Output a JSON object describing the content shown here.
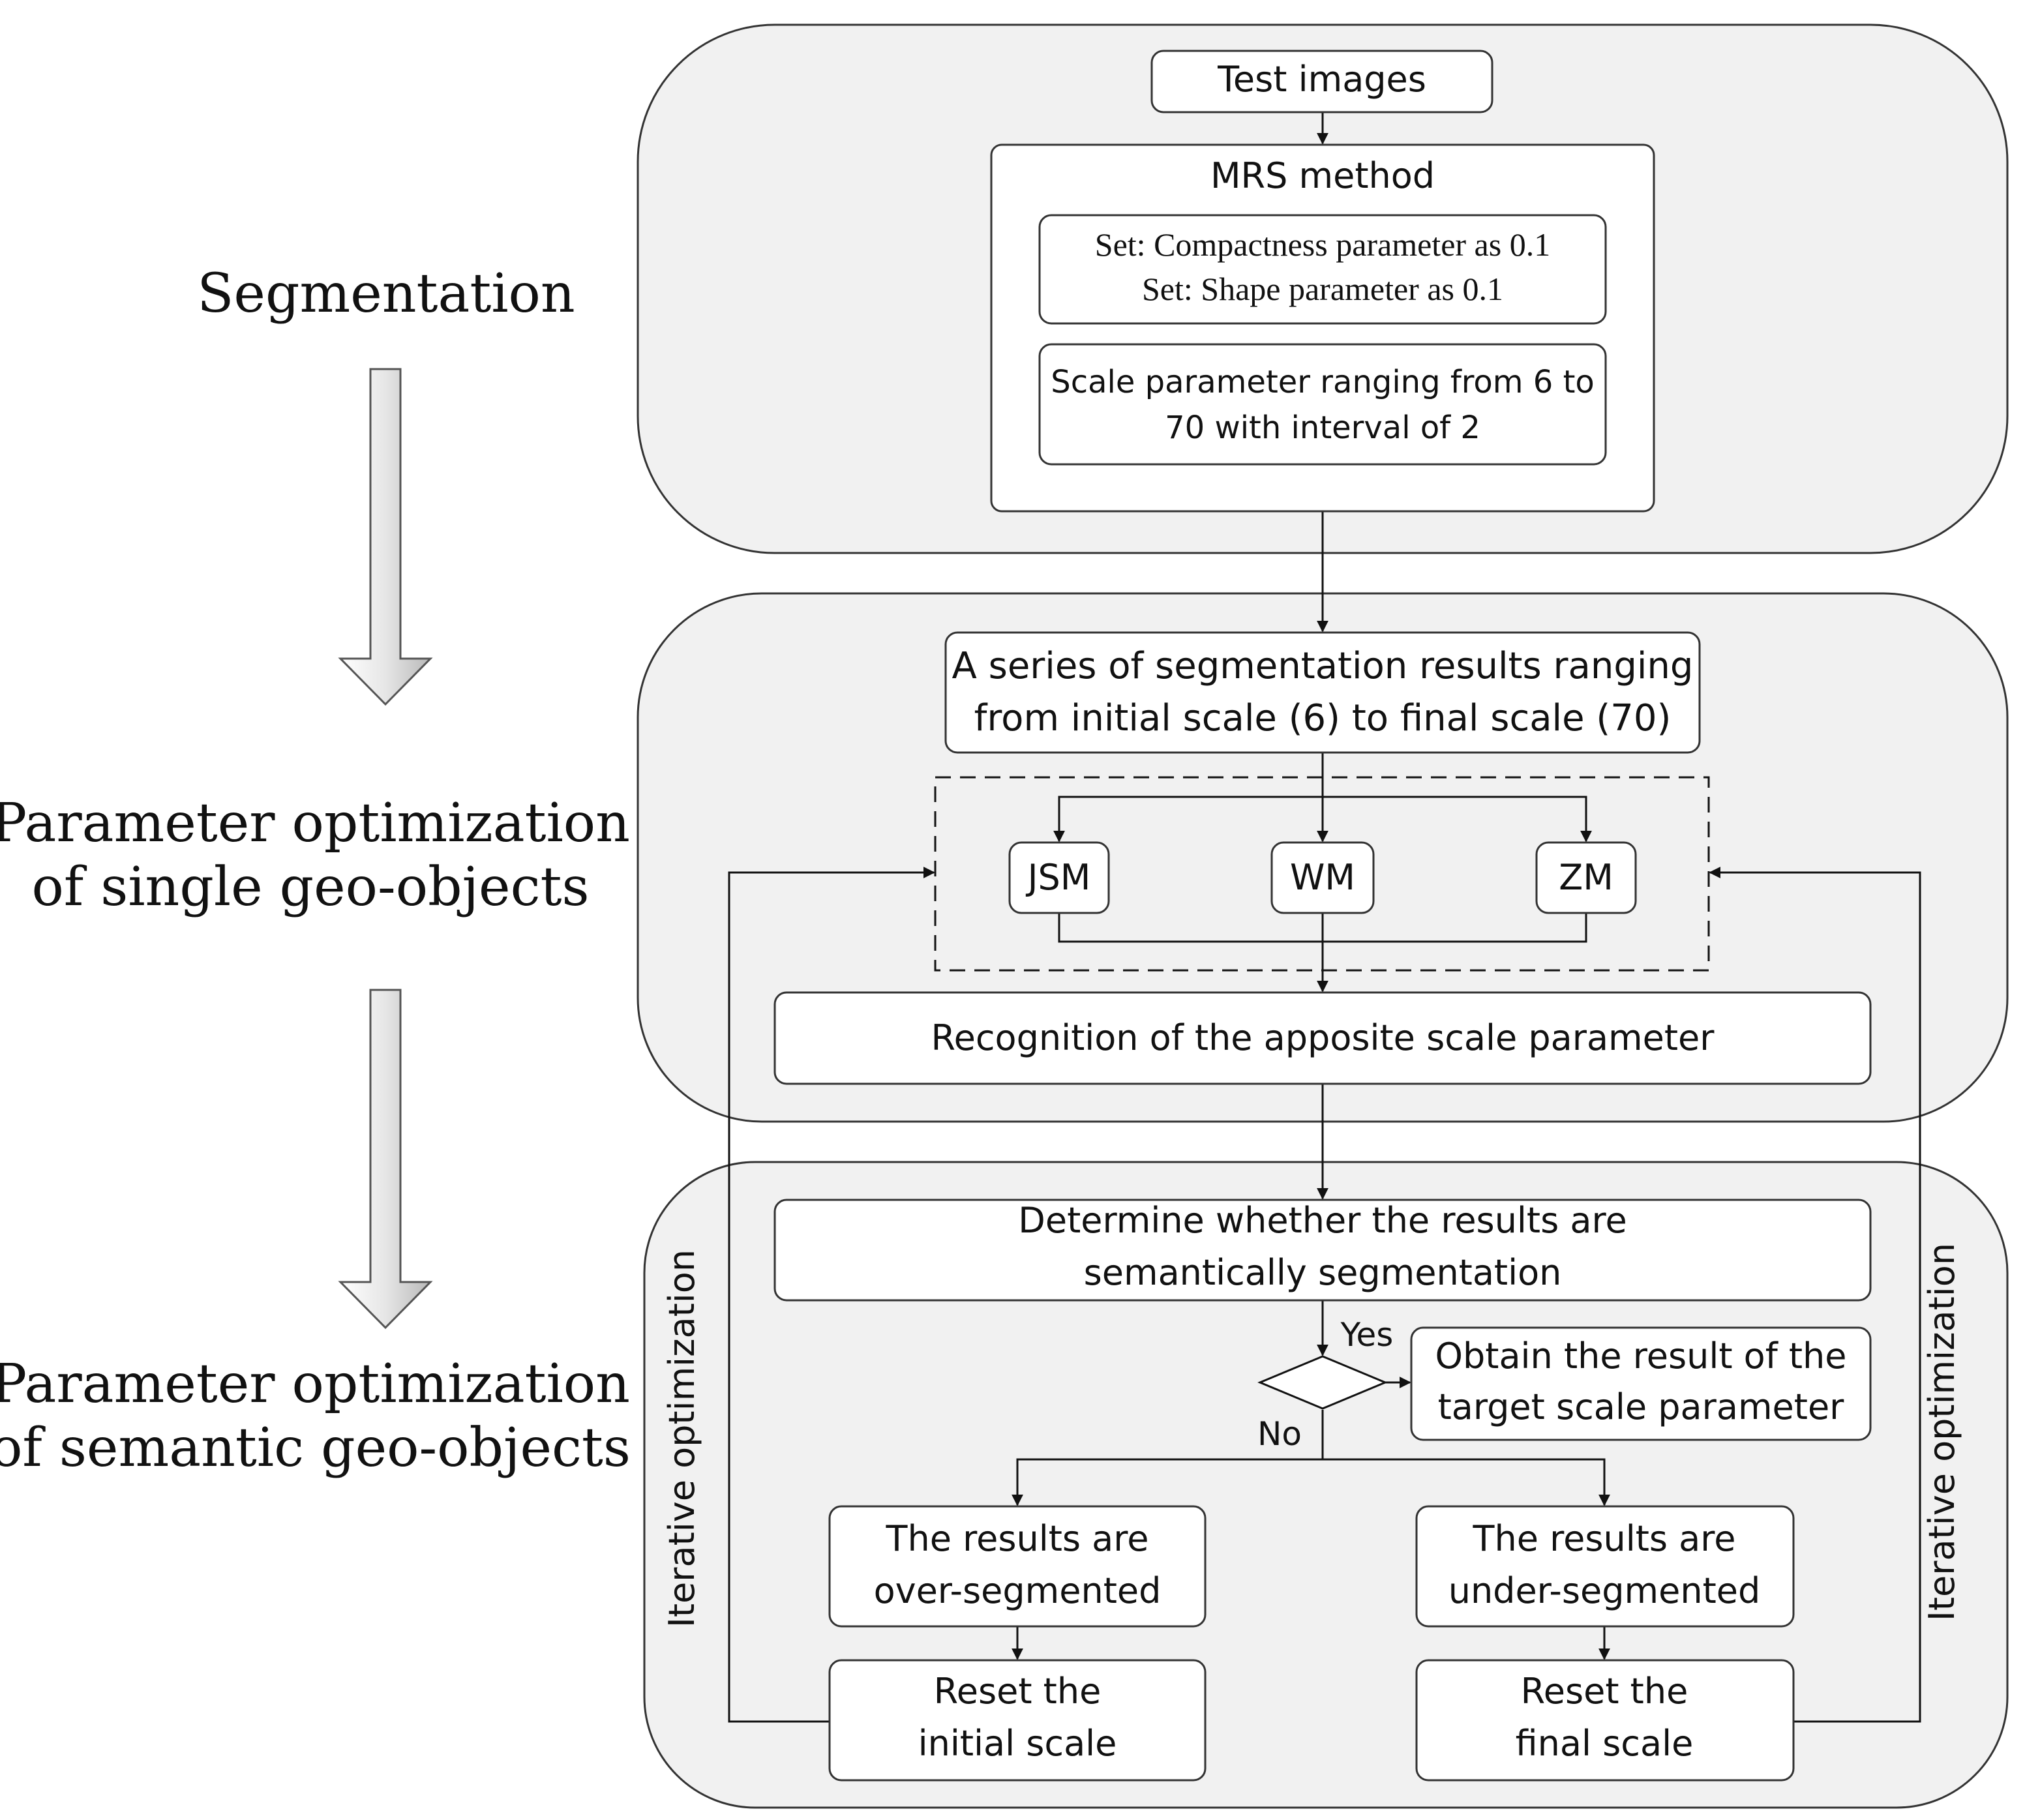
{
  "stages": {
    "segmentation": "Segmentation",
    "single": [
      "Parameter optimization",
      "of single geo-objects"
    ],
    "semantic": [
      "Parameter optimization",
      "of semantic geo-objects"
    ]
  },
  "nodes": {
    "test_images": "Test images",
    "mrs_method": "MRS method",
    "set_params": [
      "Set: Compactness parameter as 0.1",
      "Set: Shape parameter as 0.1"
    ],
    "scale_range": [
      "Scale parameter ranging from 6 to",
      "70 with interval of 2"
    ],
    "series": [
      "A series of segmentation results ranging",
      "from initial scale (6) to final scale (70)"
    ],
    "jsm": "JSM",
    "wm": "WM",
    "zm": "ZM",
    "recognition": "Recognition of the apposite scale parameter",
    "determine": [
      "Determine whether the results are",
      "semantically segmentation"
    ],
    "obtain": [
      "Obtain the result of the",
      "target scale parameter"
    ],
    "over": [
      "The results are",
      "over-segmented"
    ],
    "under": [
      "The results are",
      "under-segmented"
    ],
    "reset_initial": [
      "Reset the",
      "initial scale"
    ],
    "reset_final": [
      "Reset the",
      "final scale"
    ]
  },
  "decision": {
    "yes": "Yes",
    "no": "No"
  },
  "loop_label": "Iterative optimization"
}
